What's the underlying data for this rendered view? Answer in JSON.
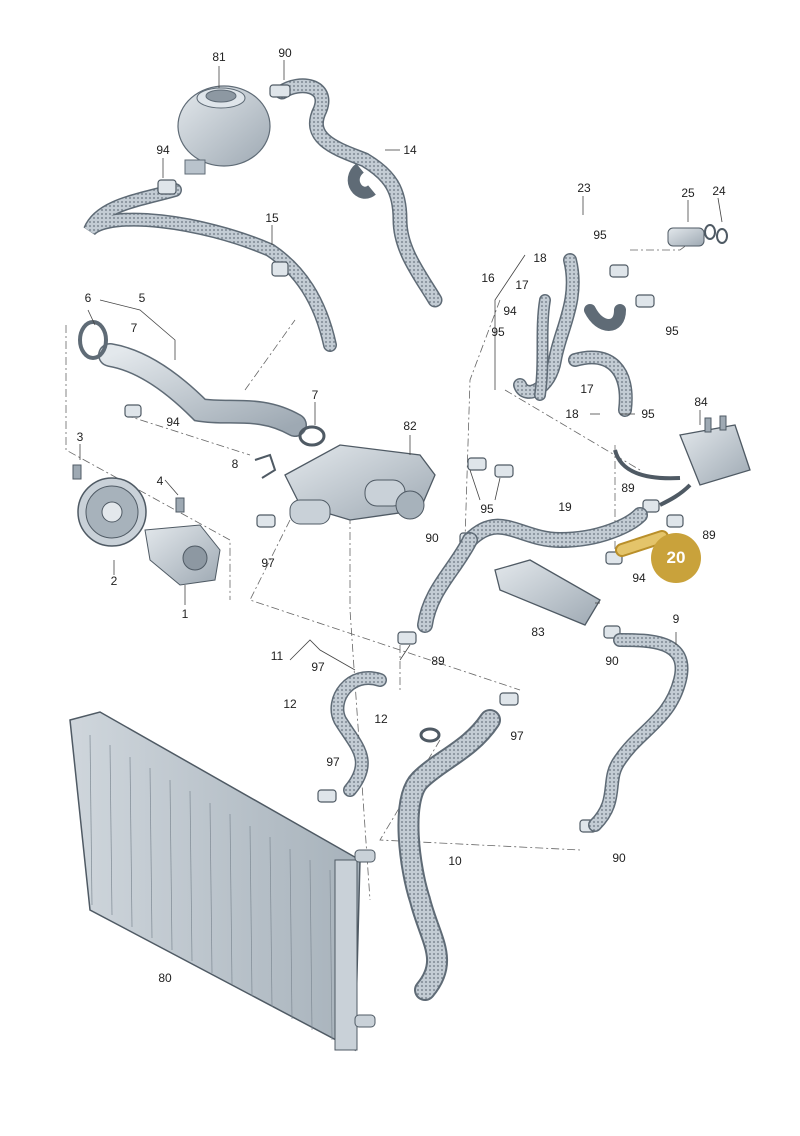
{
  "callouts": {
    "c81": "81",
    "c90a": "90",
    "c94a": "94",
    "c14": "14",
    "c15": "15",
    "c23": "23",
    "c25": "25",
    "c24": "24",
    "c95a": "95",
    "c18a": "18",
    "c16": "16",
    "c17a": "17",
    "c94b": "94",
    "c95b": "95",
    "c95c": "95",
    "c17b": "17",
    "c18b": "18",
    "c95d": "95",
    "c6": "6",
    "c5": "5",
    "c7a": "7",
    "c94c": "94",
    "c7b": "7",
    "c84": "84",
    "c82": "82",
    "c8": "8",
    "c3": "3",
    "c4": "4",
    "c2": "2",
    "c1": "1",
    "c97a": "97",
    "c95e": "95",
    "c89a": "89",
    "c89b": "89",
    "c19": "19",
    "c90b": "90",
    "c94d": "94",
    "c83": "83",
    "c90c": "90",
    "c9": "9",
    "c11": "11",
    "c97b": "97",
    "c89c": "89",
    "c12a": "12",
    "c12b": "12",
    "c97c": "97",
    "c97d": "97",
    "c10": "10",
    "c90d": "90",
    "c80": "80"
  },
  "highlight": {
    "number": "20",
    "color": "#c9a23b"
  },
  "colors": {
    "part_fill": "#b9c3cc",
    "part_stroke": "#5f6b76",
    "hose_dots": "#6a7580",
    "leader": "#444444"
  }
}
